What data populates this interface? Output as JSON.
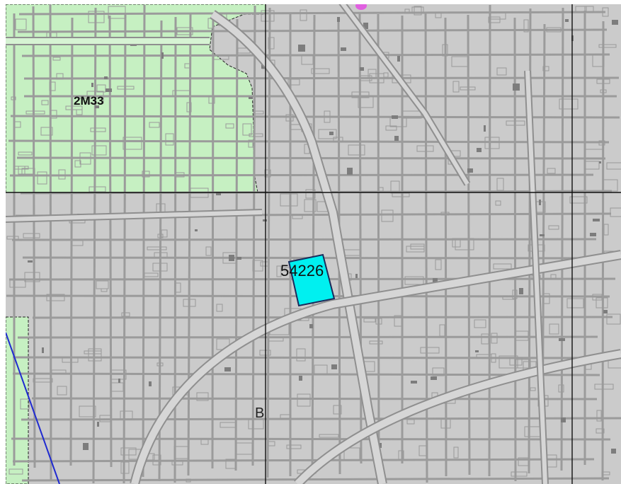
{
  "map": {
    "zone_label": "2M33",
    "parcel_label": "54226",
    "sheet_letter": "B"
  },
  "colors": {
    "background": "#cbcbcb",
    "street_line": "#8f8f8f",
    "street_fill": "#d6d6d6",
    "zone_fill": "#c6f0c2",
    "zone_border": "#222222",
    "parcel_fill": "#00f0f0",
    "parcel_border": "#1a2a5a",
    "grid_line": "#111111",
    "boundary_line": "#1f2ad0",
    "magenta_marker": "#e060e0"
  }
}
